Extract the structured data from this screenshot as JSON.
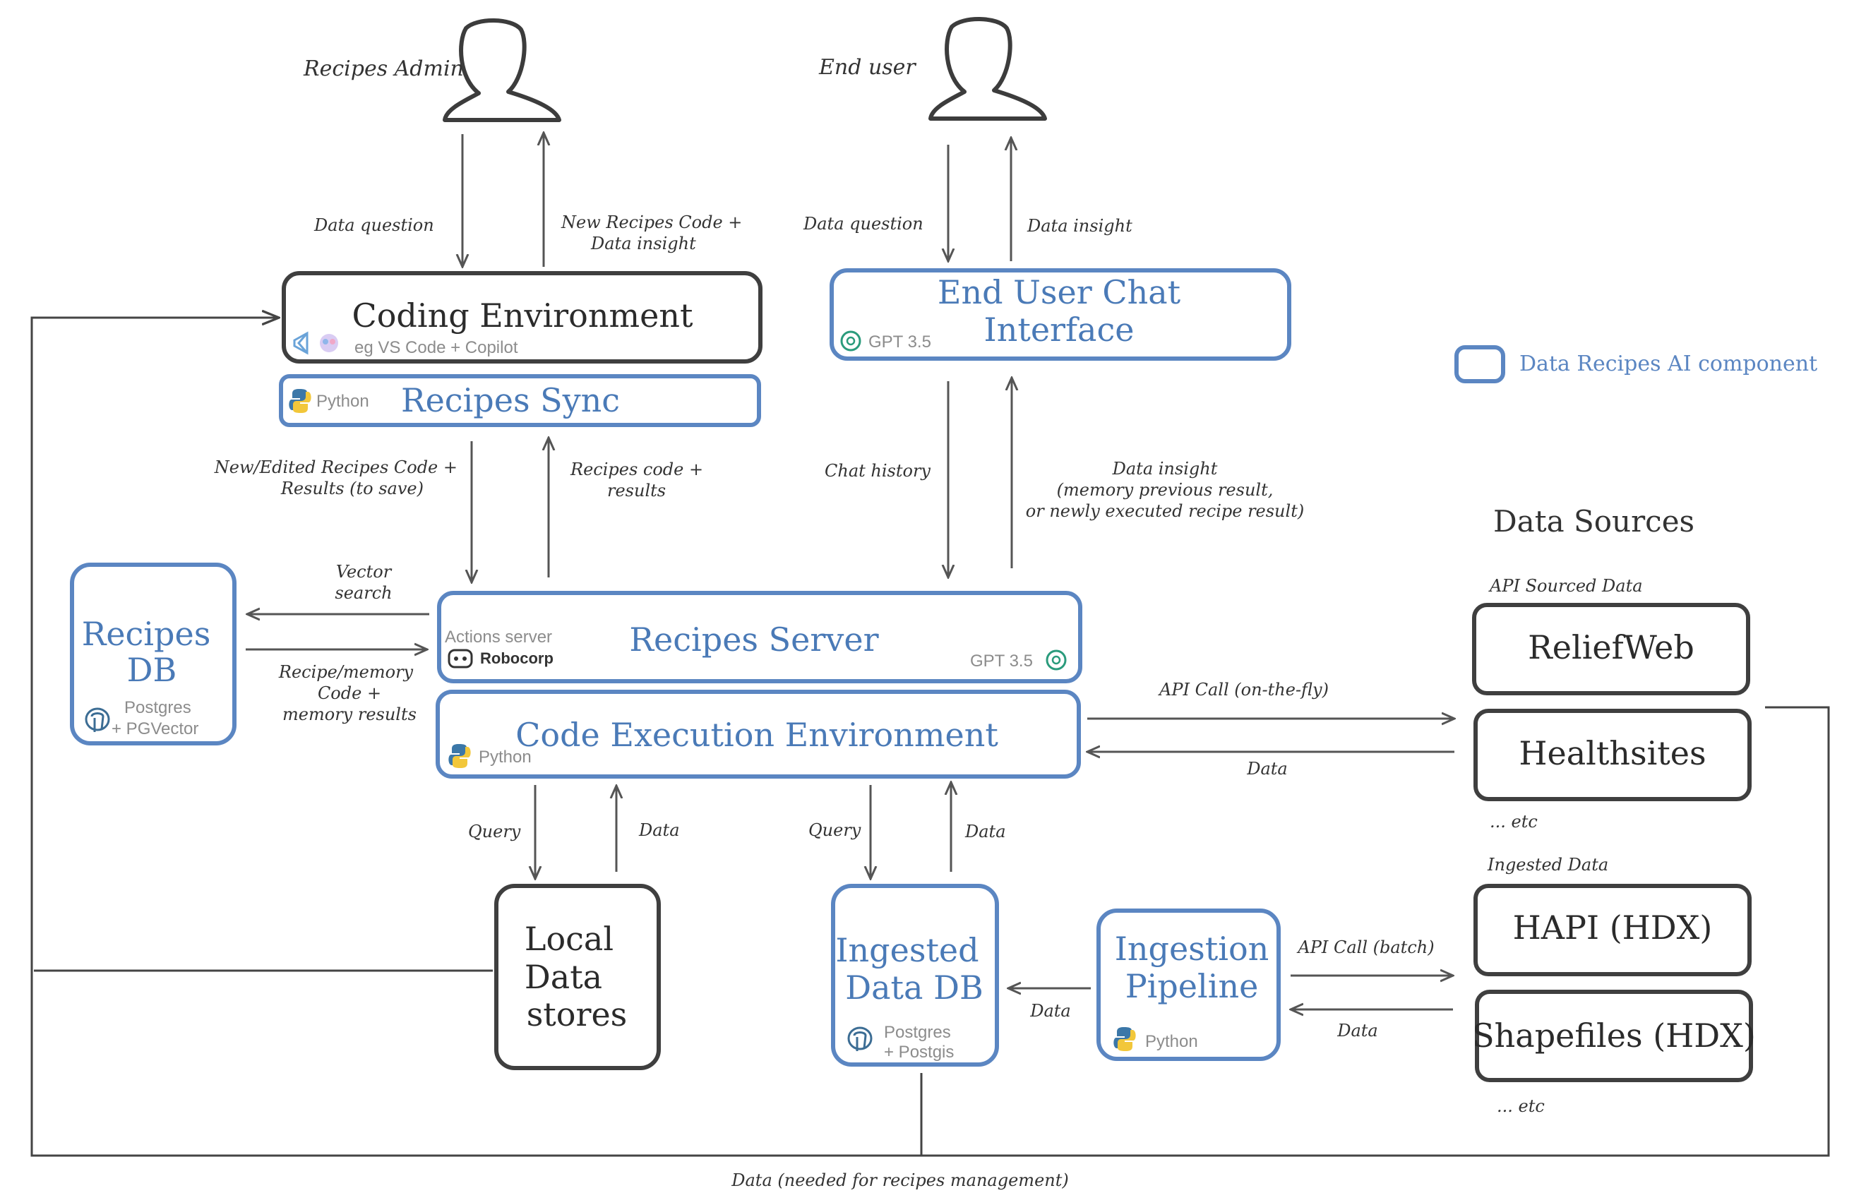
{
  "actors": {
    "admin": "Recipes Admin",
    "end_user": "End user"
  },
  "arrows": {
    "admin_down": "Data question",
    "admin_up_1": "New Recipes Code +",
    "admin_up_2": "Data insight",
    "user_down": "Data question",
    "user_up": "Data insight",
    "sync_down_1": "New/Edited Recipes Code +",
    "sync_down_2": "Results (to save)",
    "sync_up_1": "Recipes code +",
    "sync_up_2": "results",
    "chat_history": "Chat history",
    "chat_insight_1": "Data insight",
    "chat_insight_2": "(memory previous result,",
    "chat_insight_3": "or newly executed recipe result)",
    "vector_1": "Vector",
    "vector_2": "search",
    "recipe_mem_1": "Recipe/memory",
    "recipe_mem_2": "Code +",
    "recipe_mem_3": "memory results",
    "api_fly": "API Call (on-the-fly)",
    "api_data": "Data",
    "query_local": "Query",
    "data_local": "Data",
    "query_ingested": "Query",
    "data_ingested": "Data",
    "pipeline_data": "Data",
    "api_batch": "API Call (batch)",
    "batch_data": "Data",
    "bottom": "Data (needed for recipes management)"
  },
  "boxes": {
    "coding_env": {
      "title": "Coding Environment",
      "sub": "eg VS Code + Copilot"
    },
    "recipes_sync": {
      "title": "Recipes Sync",
      "sub": "Python"
    },
    "end_user_chat": {
      "title_1": "End User Chat",
      "title_2": "Interface",
      "sub": "GPT 3.5"
    },
    "recipes_server": {
      "title": "Recipes Server",
      "sub_1": "Actions server",
      "sub_2": "Robocorp",
      "sub_3": "GPT 3.5"
    },
    "code_exec": {
      "title": "Code Execution Environment",
      "sub": "Python"
    },
    "recipes_db": {
      "title_1": "Recipes",
      "title_2": "DB",
      "sub_1": "Postgres",
      "sub_2": "+ PGVector"
    },
    "local_data": {
      "title_1": "Local",
      "title_2": "Data",
      "title_3": "stores"
    },
    "ingested_db": {
      "title_1": "Ingested",
      "title_2": "Data DB",
      "sub_1": "Postgres",
      "sub_2": "+ Postgis"
    },
    "ingestion_pipeline": {
      "title_1": "Ingestion",
      "title_2": "Pipeline",
      "sub": "Python"
    }
  },
  "legend": {
    "label": "Data Recipes AI component"
  },
  "data_sources": {
    "title": "Data Sources",
    "api_header": "API Sourced Data",
    "api_items": [
      "ReliefWeb",
      "Healthsites"
    ],
    "api_etc": "... etc",
    "ingested_header": "Ingested Data",
    "ingested_items": [
      "HAPI (HDX)",
      "Shapefiles (HDX)"
    ],
    "ingested_etc": "... etc"
  },
  "colors": {
    "blue": "#5b86c2",
    "dark": "#3f3f3f",
    "python_blue": "#3b77a8",
    "python_yellow": "#f2c73a"
  },
  "icons": [
    "user-icon",
    "vscode-icon",
    "copilot-icon",
    "python-icon",
    "openai-icon",
    "robocorp-icon",
    "postgres-icon"
  ]
}
